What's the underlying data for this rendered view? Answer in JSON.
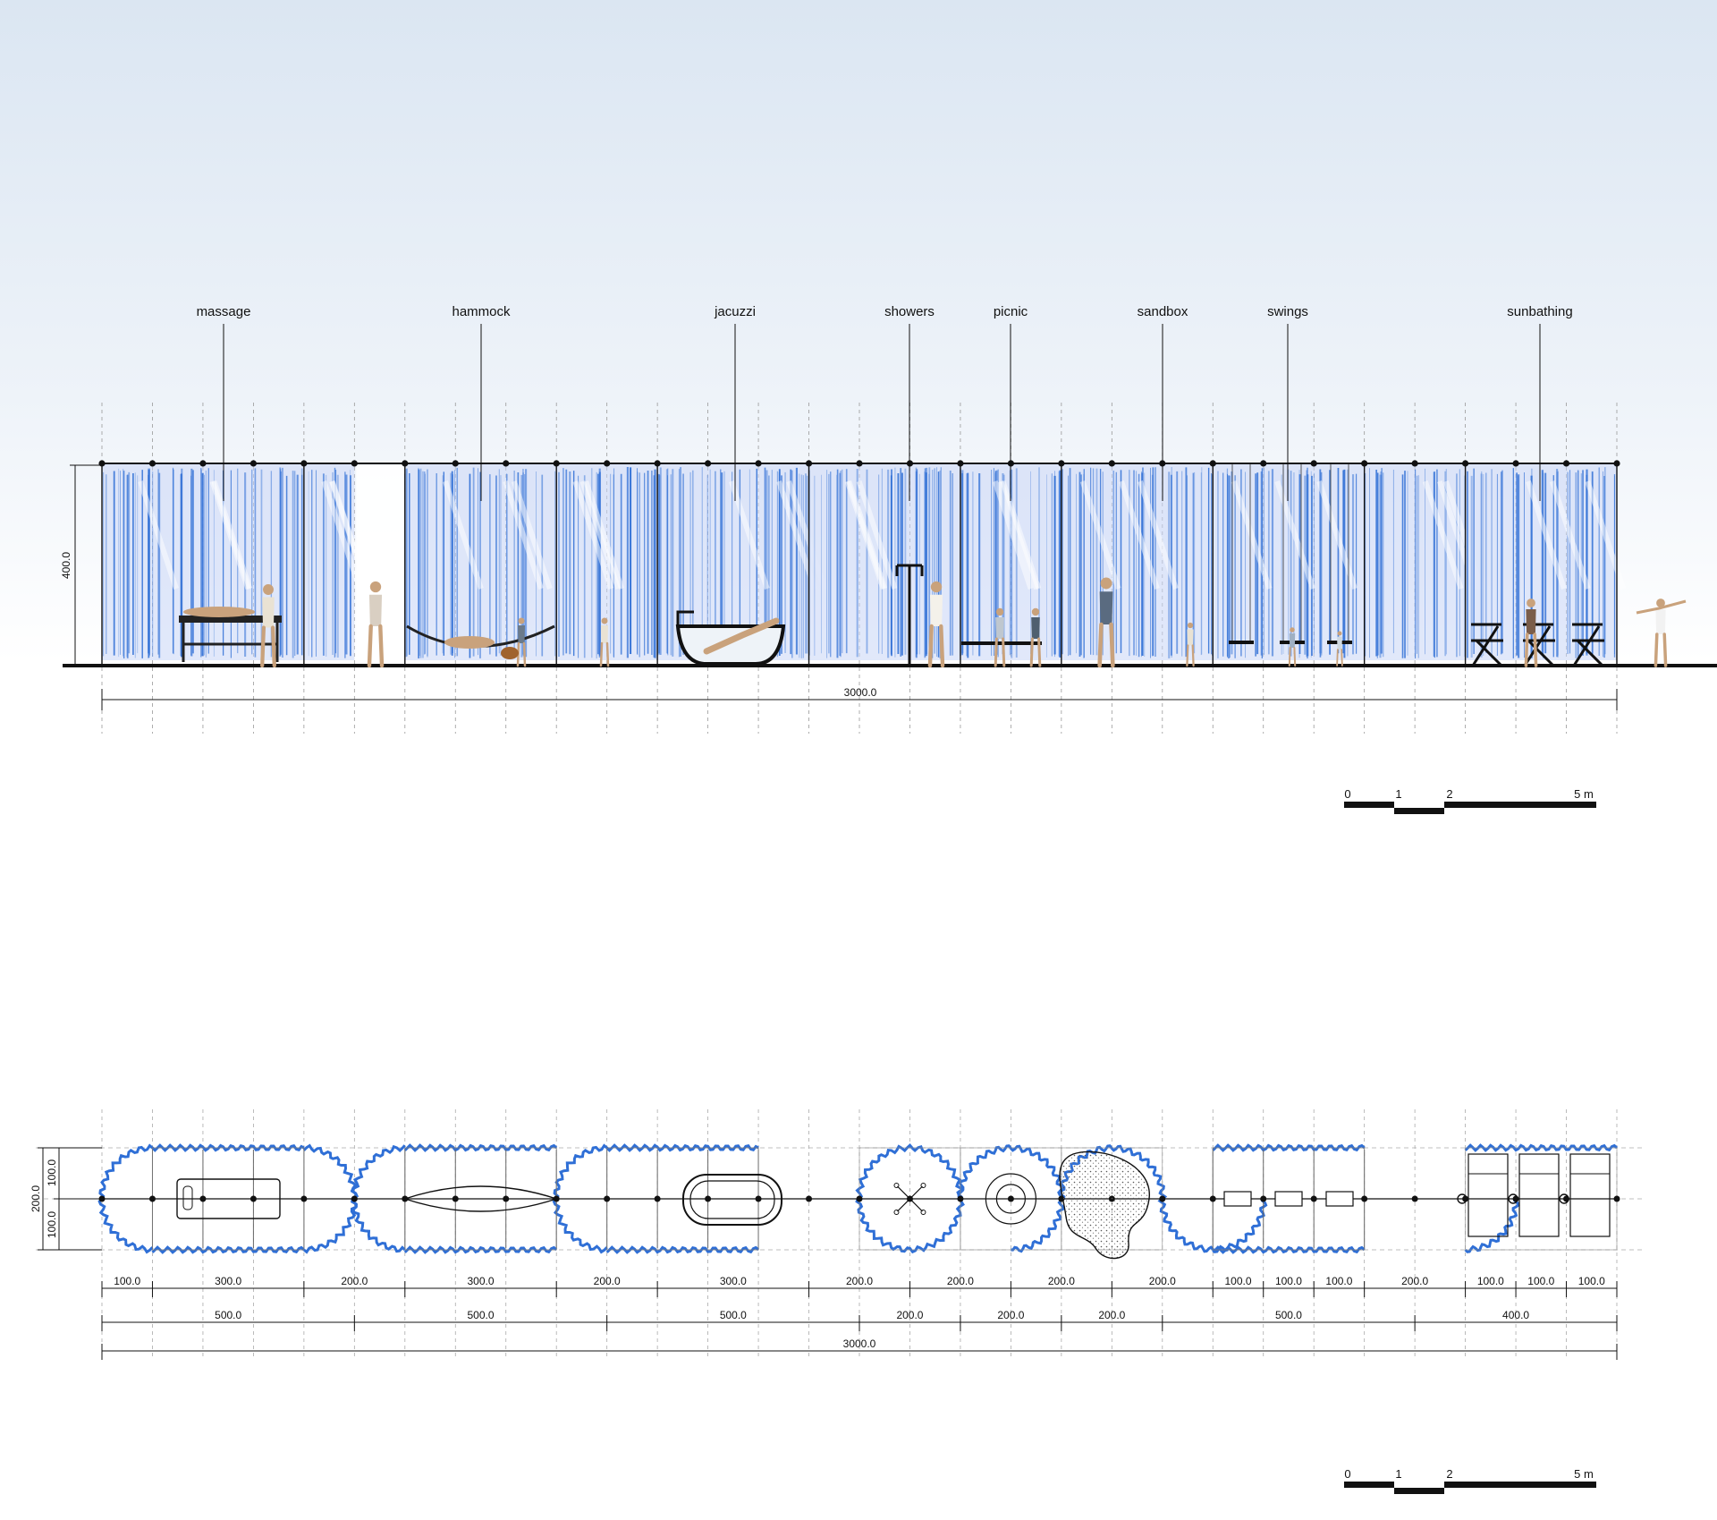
{
  "elevation": {
    "labels": [
      "massage",
      "hammock",
      "jacuzzi",
      "showers",
      "picnic",
      "sandbox",
      "swings",
      "sunbathing"
    ],
    "height_dim": "400.0",
    "total_dim": "3000.0"
  },
  "plan": {
    "side_dims": {
      "total": "200.0",
      "upper": "100.0",
      "lower": "100.0"
    },
    "row1": [
      "100.0",
      "300.0",
      "200.0",
      "300.0",
      "200.0",
      "300.0",
      "200.0",
      "200.0",
      "200.0",
      "200.0",
      "100.0",
      "100.0",
      "100.0",
      "200.0",
      "100.0",
      "100.0",
      "100.0"
    ],
    "row2": [
      "500.0",
      "500.0",
      "500.0",
      "200.0",
      "200.0",
      "200.0",
      "500.0",
      "400.0"
    ],
    "row3": "3000.0"
  },
  "scale_bar": {
    "ticks": [
      "0",
      "1",
      "2",
      "5 m"
    ]
  },
  "colors": {
    "curtain": "#2f6fd6",
    "curtain_fill": "#c9d6f5",
    "line": "#111111",
    "sky": "#e6eef7"
  }
}
